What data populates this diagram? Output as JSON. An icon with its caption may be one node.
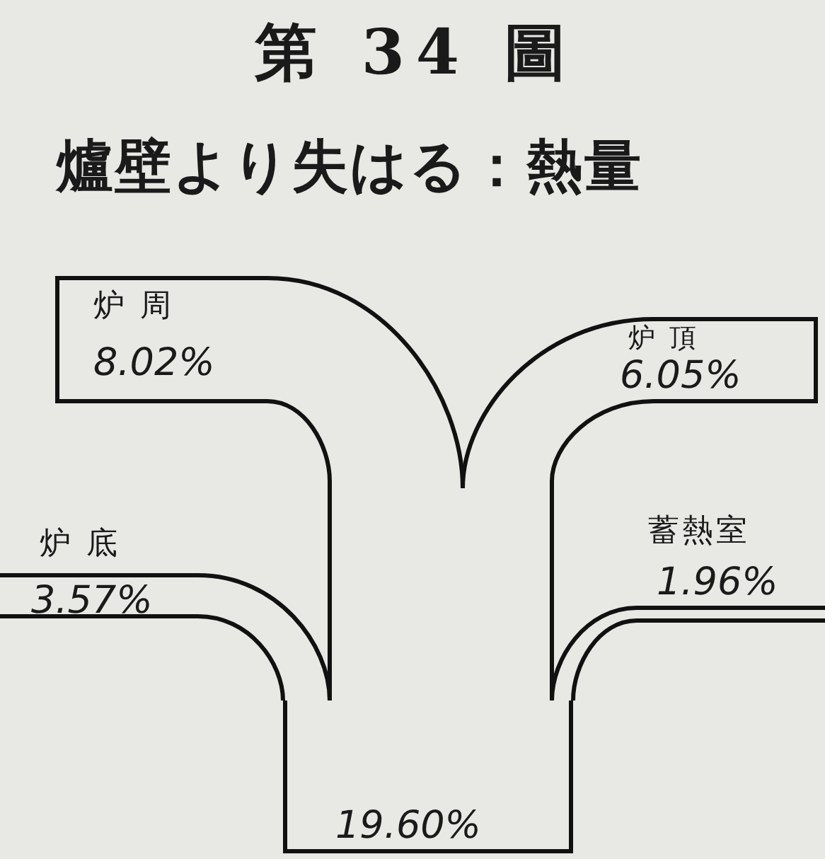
{
  "diagram": {
    "title": "第 34 圖",
    "caption": "爐壁より失はる：熱量",
    "nodes": [
      {
        "text": [
          "炉 周",
          "8.02%"
        ]
      },
      {
        "text": [
          "炉 頂",
          "6.05%"
        ]
      },
      {
        "text": [
          "炉 底",
          "3.57%"
        ]
      },
      {
        "text": [
          "蓄熱室",
          "1.96%"
        ]
      },
      {
        "text": [
          "19.60%"
        ]
      }
    ],
    "edges": [
      {
        "from": 0,
        "to": 4,
        "arrow": "none"
      },
      {
        "from": 1,
        "to": 4,
        "arrow": "none"
      },
      {
        "from": 2,
        "to": 4,
        "arrow": "none"
      },
      {
        "from": 3,
        "to": 4,
        "arrow": "none"
      }
    ]
  }
}
